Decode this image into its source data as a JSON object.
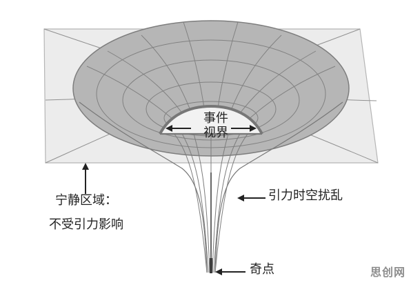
{
  "labels": {
    "event_horizon_line1": "事件",
    "event_horizon_line2": "视界",
    "quiet_region_line1": "宁静区域：",
    "quiet_region_line2": "不受引力影响",
    "gravity_disturbance": "引力时空扰乱",
    "singularity": "奇点"
  },
  "watermark": "思创网",
  "colors": {
    "background": "#ffffff",
    "plane_fill": "#ececec",
    "plane_stroke": "#b5b5b5",
    "funnel_fill": "#b6b6b6",
    "funnel_inner_fill": "#9f9f9f",
    "line": "#6e6e6e",
    "text": "#222222",
    "watermark": "#8e8e8e"
  }
}
